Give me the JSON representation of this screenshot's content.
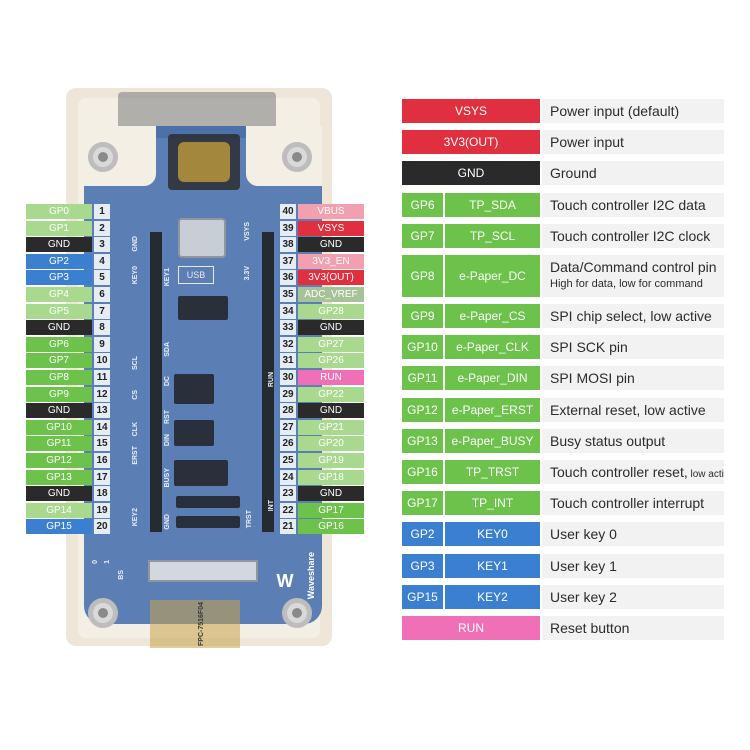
{
  "colors": {
    "green_light": "#a9d98f",
    "green": "#6cc24a",
    "black": "#2a2a2a",
    "blue": "#3b7fd0",
    "red": "#e03040",
    "pink_light": "#f2a0b0",
    "pink": "#f070b8",
    "gray_green": "#a8c298"
  },
  "board": {
    "usb_silk": "USB",
    "silk_labels": [
      "GND",
      "KEY0",
      "KEY1",
      "3.3V",
      "VSYS",
      "SDA",
      "SCL",
      "DC",
      "CS",
      "CLK",
      "DIN",
      "RST",
      "BUSY",
      "ERST",
      "KEY2",
      "GND",
      "TRST",
      "INT",
      "RUN",
      "BS",
      "0",
      "1"
    ],
    "logo": "Waveshare",
    "fpc_label": "FPC-7516F04"
  },
  "left_pins": [
    {
      "label": "GP0",
      "num": "1",
      "color": "green_light"
    },
    {
      "label": "GP1",
      "num": "2",
      "color": "green_light"
    },
    {
      "label": "GND",
      "num": "3",
      "color": "black"
    },
    {
      "label": "GP2",
      "num": "4",
      "color": "blue"
    },
    {
      "label": "GP3",
      "num": "5",
      "color": "blue"
    },
    {
      "label": "GP4",
      "num": "6",
      "color": "green_light"
    },
    {
      "label": "GP5",
      "num": "7",
      "color": "green_light"
    },
    {
      "label": "GND",
      "num": "8",
      "color": "black"
    },
    {
      "label": "GP6",
      "num": "9",
      "color": "green"
    },
    {
      "label": "GP7",
      "num": "10",
      "color": "green"
    },
    {
      "label": "GP8",
      "num": "11",
      "color": "green"
    },
    {
      "label": "GP9",
      "num": "12",
      "color": "green"
    },
    {
      "label": "GND",
      "num": "13",
      "color": "black"
    },
    {
      "label": "GP10",
      "num": "14",
      "color": "green"
    },
    {
      "label": "GP11",
      "num": "15",
      "color": "green"
    },
    {
      "label": "GP12",
      "num": "16",
      "color": "green"
    },
    {
      "label": "GP13",
      "num": "17",
      "color": "green"
    },
    {
      "label": "GND",
      "num": "18",
      "color": "black"
    },
    {
      "label": "GP14",
      "num": "19",
      "color": "green_light"
    },
    {
      "label": "GP15",
      "num": "20",
      "color": "blue"
    }
  ],
  "right_pins": [
    {
      "label": "VBUS",
      "num": "40",
      "color": "pink_light"
    },
    {
      "label": "VSYS",
      "num": "39",
      "color": "red"
    },
    {
      "label": "GND",
      "num": "38",
      "color": "black"
    },
    {
      "label": "3V3_EN",
      "num": "37",
      "color": "pink_light"
    },
    {
      "label": "3V3(OUT)",
      "num": "36",
      "color": "red"
    },
    {
      "label": "ADC_VREF",
      "num": "35",
      "color": "gray_green"
    },
    {
      "label": "GP28",
      "num": "34",
      "color": "green_light"
    },
    {
      "label": "GND",
      "num": "33",
      "color": "black"
    },
    {
      "label": "GP27",
      "num": "32",
      "color": "green_light"
    },
    {
      "label": "GP26",
      "num": "31",
      "color": "green_light"
    },
    {
      "label": "RUN",
      "num": "30",
      "color": "pink"
    },
    {
      "label": "GP22",
      "num": "29",
      "color": "green_light"
    },
    {
      "label": "GND",
      "num": "28",
      "color": "black"
    },
    {
      "label": "GP21",
      "num": "27",
      "color": "green_light"
    },
    {
      "label": "GP20",
      "num": "26",
      "color": "green_light"
    },
    {
      "label": "GP19",
      "num": "25",
      "color": "green_light"
    },
    {
      "label": "GP18",
      "num": "24",
      "color": "green_light"
    },
    {
      "label": "GND",
      "num": "23",
      "color": "black"
    },
    {
      "label": "GP17",
      "num": "22",
      "color": "green"
    },
    {
      "label": "GP16",
      "num": "21",
      "color": "green"
    }
  ],
  "legend": [
    {
      "type": "full",
      "label": "VSYS",
      "color": "red",
      "desc": "Power input (default)"
    },
    {
      "type": "full",
      "label": "3V3(OUT)",
      "color": "red",
      "desc": "Power input"
    },
    {
      "type": "full",
      "label": "GND",
      "color": "black",
      "desc": "Ground"
    },
    {
      "type": "split",
      "gp": "GP6",
      "fn": "TP_SDA",
      "color": "green",
      "desc": "Touch controller I2C data"
    },
    {
      "type": "split",
      "gp": "GP7",
      "fn": "TP_SCL",
      "color": "green",
      "desc": "Touch controller I2C clock"
    },
    {
      "type": "split-tall",
      "gp": "GP8",
      "fn": "e-Paper_DC",
      "color": "green",
      "desc": "Data/Command control pin",
      "sub": "High for data, low for command"
    },
    {
      "type": "split",
      "gp": "GP9",
      "fn": "e-Paper_CS",
      "color": "green",
      "desc": "SPI chip select, low active"
    },
    {
      "type": "split",
      "gp": "GP10",
      "fn": "e-Paper_CLK",
      "color": "green",
      "desc": "SPI SCK pin"
    },
    {
      "type": "split",
      "gp": "GP11",
      "fn": "e-Paper_DIN",
      "color": "green",
      "desc": "SPI MOSI pin"
    },
    {
      "type": "split",
      "gp": "GP12",
      "fn": "e-Paper_ERST",
      "color": "green",
      "desc": "External reset, low active"
    },
    {
      "type": "split",
      "gp": "GP13",
      "fn": "e-Paper_BUSY",
      "color": "green",
      "desc": "Busy status output"
    },
    {
      "type": "split-small",
      "gp": "GP16",
      "fn": "TP_TRST",
      "color": "green",
      "desc": "Touch controller reset,",
      "small": " low active"
    },
    {
      "type": "split",
      "gp": "GP17",
      "fn": "TP_INT",
      "color": "green",
      "desc": "Touch controller interrupt"
    },
    {
      "type": "split",
      "gp": "GP2",
      "fn": "KEY0",
      "color": "blue",
      "desc": "User key 0"
    },
    {
      "type": "split",
      "gp": "GP3",
      "fn": "KEY1",
      "color": "blue",
      "desc": "User key 1"
    },
    {
      "type": "split",
      "gp": "GP15",
      "fn": "KEY2",
      "color": "blue",
      "desc": "User key 2"
    },
    {
      "type": "full",
      "label": "RUN",
      "color": "pink",
      "desc": "Reset button"
    }
  ]
}
